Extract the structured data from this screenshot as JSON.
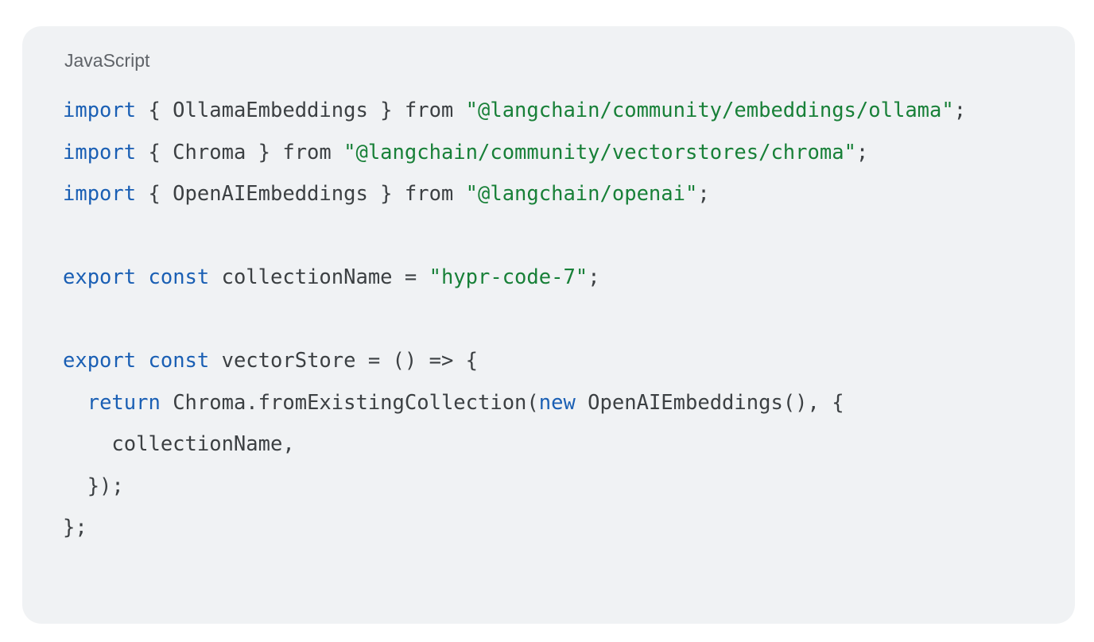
{
  "code_block": {
    "language": "JavaScript",
    "colors": {
      "background": "#f0f2f4",
      "keyword": "#1a5fb4",
      "string": "#188038",
      "text": "#3c4043",
      "label": "#5f6368"
    },
    "lines": [
      [
        {
          "t": "import",
          "c": "kw"
        },
        {
          "t": " { OllamaEmbeddings } from ",
          "c": "pl"
        },
        {
          "t": "\"@langchain/community/embeddings/ollama\"",
          "c": "str"
        },
        {
          "t": ";",
          "c": "pl"
        }
      ],
      [
        {
          "t": "import",
          "c": "kw"
        },
        {
          "t": " { Chroma } from ",
          "c": "pl"
        },
        {
          "t": "\"@langchain/community/vectorstores/chroma\"",
          "c": "str"
        },
        {
          "t": ";",
          "c": "pl"
        }
      ],
      [
        {
          "t": "import",
          "c": "kw"
        },
        {
          "t": " { OpenAIEmbeddings } from ",
          "c": "pl"
        },
        {
          "t": "\"@langchain/openai\"",
          "c": "str"
        },
        {
          "t": ";",
          "c": "pl"
        }
      ],
      [],
      [
        {
          "t": "export",
          "c": "kw"
        },
        {
          "t": " ",
          "c": "pl"
        },
        {
          "t": "const",
          "c": "kw"
        },
        {
          "t": " collectionName = ",
          "c": "pl"
        },
        {
          "t": "\"hypr-code-7\"",
          "c": "str"
        },
        {
          "t": ";",
          "c": "pl"
        }
      ],
      [],
      [
        {
          "t": "export",
          "c": "kw"
        },
        {
          "t": " ",
          "c": "pl"
        },
        {
          "t": "const",
          "c": "kw"
        },
        {
          "t": " vectorStore = () => {",
          "c": "pl"
        }
      ],
      [
        {
          "t": "  ",
          "c": "pl"
        },
        {
          "t": "return",
          "c": "kw"
        },
        {
          "t": " Chroma.fromExistingCollection(",
          "c": "pl"
        },
        {
          "t": "new",
          "c": "kw"
        },
        {
          "t": " OpenAIEmbeddings(), {",
          "c": "pl"
        }
      ],
      [
        {
          "t": "    collectionName,",
          "c": "pl"
        }
      ],
      [
        {
          "t": "  });",
          "c": "pl"
        }
      ],
      [
        {
          "t": "};",
          "c": "pl"
        }
      ]
    ]
  }
}
